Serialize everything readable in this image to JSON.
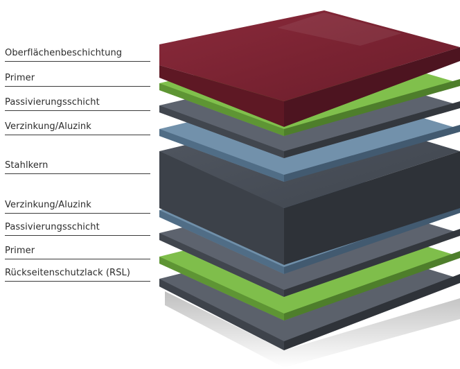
{
  "labels": [
    "Oberflächenbeschichtung",
    "Primer",
    "Passivierungsschicht",
    "Verzinkung/Aluzink",
    "Stahlkern",
    "Verzinkung/Aluzink",
    "Passivierungsschicht",
    "Primer",
    "Rückseitenschutzlack (RSL)"
  ],
  "layer_colors": {
    "coating": "#7a2534",
    "primer": "#7dbb4a",
    "passivation": "#5c626d",
    "zinc": "#6f8ea8",
    "steel_core": "#3d434b"
  }
}
